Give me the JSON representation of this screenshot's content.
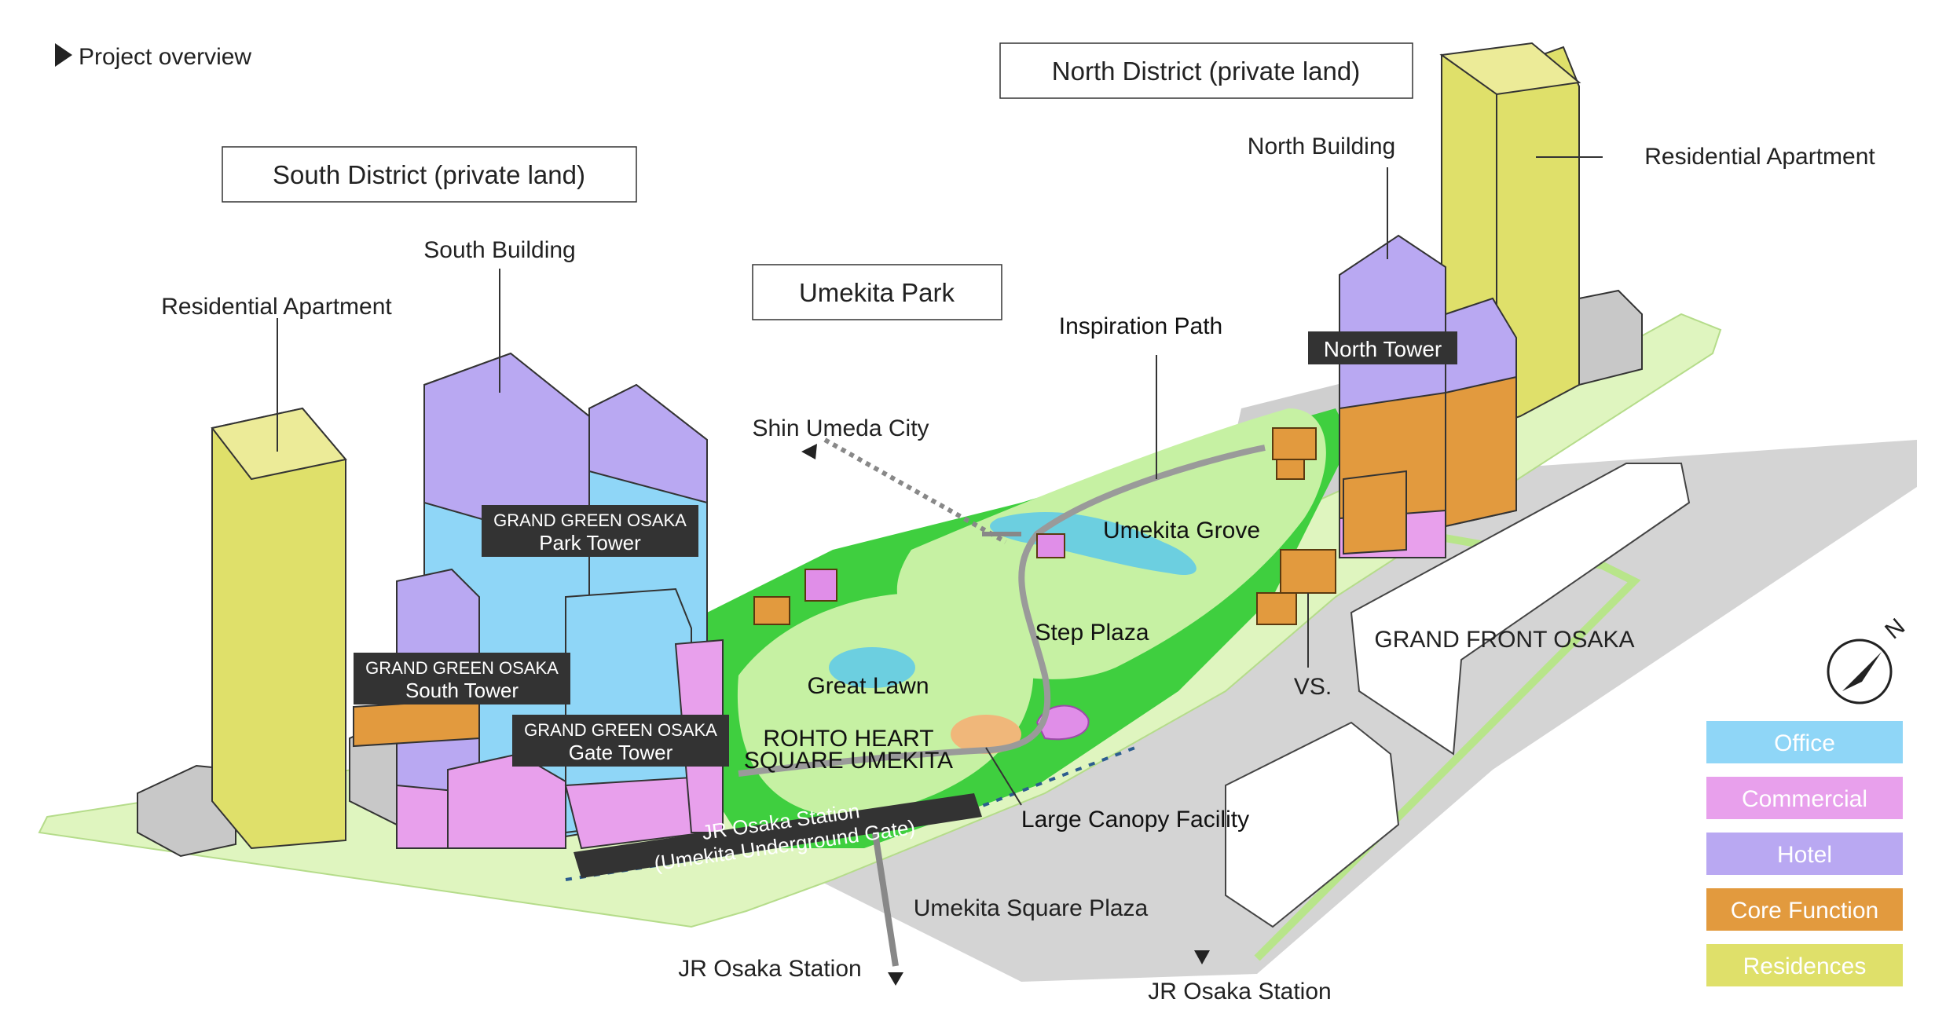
{
  "header": {
    "title": "Project overview"
  },
  "districts": {
    "south": "South District (private land)",
    "north": "North District (private land)",
    "park": "Umekita Park"
  },
  "buildings": {
    "south_building": "South Building",
    "residential_south": "Residential Apartment",
    "north_building": "North Building",
    "residential_north": "Residential Apartment",
    "north_tower": "North Tower",
    "park_tower": {
      "line1": "GRAND GREEN OSAKA",
      "line2": "Park Tower"
    },
    "south_tower": {
      "line1": "GRAND GREEN OSAKA",
      "line2": "South Tower"
    },
    "gate_tower": {
      "line1": "GRAND GREEN OSAKA",
      "line2": "Gate Tower"
    }
  },
  "places": {
    "inspiration_path": "Inspiration Path",
    "shin_umeda": "Shin Umeda City",
    "umekita_grove": "Umekita Grove",
    "step_plaza": "Step Plaza",
    "great_lawn": "Great Lawn",
    "rohto_line1": "ROHTO HEART",
    "rohto_line2": "SQUARE UMEKITA",
    "large_canopy": "Large Canopy Facility",
    "grand_front": "GRAND FRONT OSAKA",
    "vs": "VS.",
    "square_plaza": "Umekita Square Plaza",
    "jr_station_left": "JR Osaka Station",
    "jr_station_right": "JR Osaka Station",
    "gate_line1": "JR Osaka Station",
    "gate_line2": "(Umekita Underground Gate)"
  },
  "compass": {
    "letter": "N"
  },
  "legend": [
    {
      "label": "Office",
      "color": "#8fd6f7"
    },
    {
      "label": "Commercial",
      "color": "#e8a0ec"
    },
    {
      "label": "Hotel",
      "color": "#b9a8f2"
    },
    {
      "label": "Core Function",
      "color": "#e29a3e"
    },
    {
      "label": "Residences",
      "color": "#dfe06a"
    }
  ]
}
